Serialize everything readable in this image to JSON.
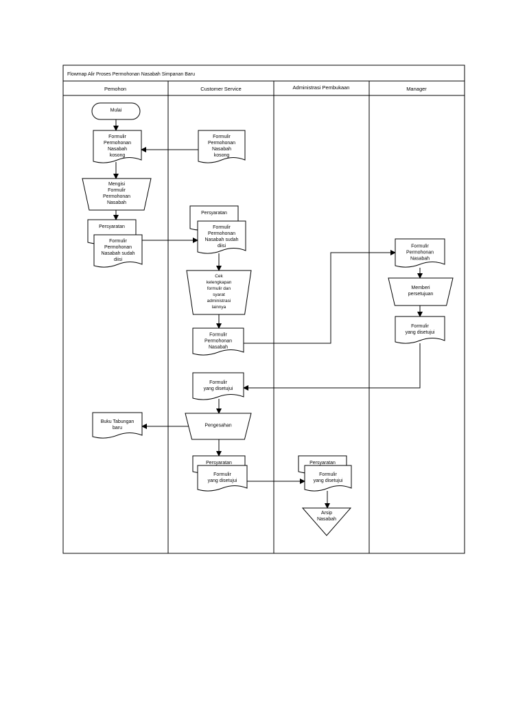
{
  "title": "Flowmap Alir Proses Permohonan Nasabah Simpanan Baru",
  "lanes": [
    {
      "id": "pemohon",
      "label": "Pemohon"
    },
    {
      "id": "cs",
      "label": "Customer Service"
    },
    {
      "id": "admin",
      "label": "Administrasi Pembukaan"
    },
    {
      "id": "manager",
      "label": "Manager"
    }
  ],
  "nodes": [
    {
      "id": "mulai",
      "shape": "terminator",
      "lines": [
        "Mulai"
      ]
    },
    {
      "id": "p_form_kosong",
      "shape": "document",
      "lines": [
        "Formulir",
        "Permohonan",
        "Nasabah",
        "kosong"
      ]
    },
    {
      "id": "cs_form_kosong",
      "shape": "document",
      "lines": [
        "Formulir",
        "Permohonan",
        "Nasabah",
        "kosong"
      ]
    },
    {
      "id": "mengisi",
      "shape": "manual",
      "lines": [
        "Mengisi",
        "Formulir",
        "Permohonan",
        "Nasabah"
      ]
    },
    {
      "id": "p_persyaratan",
      "shape": "document",
      "lines": [
        "Persyaratan"
      ]
    },
    {
      "id": "p_form_diisi",
      "shape": "document",
      "lines": [
        "Formulir",
        "Permohonan",
        "Nasabah sudah",
        "diisi"
      ]
    },
    {
      "id": "cs_persyaratan",
      "shape": "document",
      "lines": [
        "Persyaratan"
      ]
    },
    {
      "id": "cs_form_diisi",
      "shape": "document",
      "lines": [
        "Formulir",
        "Permohonan",
        "Nasabah sudah",
        "diisi"
      ]
    },
    {
      "id": "cek",
      "shape": "manual",
      "lines": [
        "Cek",
        "kelengkapan",
        "formulir dan",
        "syarat",
        "administrasi",
        "lainnya"
      ]
    },
    {
      "id": "cs_form_nasabah",
      "shape": "document",
      "lines": [
        "Formulir",
        "Permohonan",
        "Nasabah"
      ]
    },
    {
      "id": "m_form_nasabah",
      "shape": "document",
      "lines": [
        "Formulir",
        "Permohonan",
        "Nasabah"
      ]
    },
    {
      "id": "memberi",
      "shape": "manual",
      "lines": [
        "Memberi",
        "persetujuan"
      ]
    },
    {
      "id": "m_form_setuju",
      "shape": "document",
      "lines": [
        "Formulir",
        "yang disetujui"
      ]
    },
    {
      "id": "cs_form_setuju",
      "shape": "document",
      "lines": [
        "Formulir",
        "yang disetujui"
      ]
    },
    {
      "id": "buku",
      "shape": "document",
      "lines": [
        "Buku Tabungan",
        "baru"
      ]
    },
    {
      "id": "pengesahan",
      "shape": "manual",
      "lines": [
        "Pengesahan"
      ]
    },
    {
      "id": "cs_persyaratan2",
      "shape": "document",
      "lines": [
        "Persyaratan"
      ]
    },
    {
      "id": "cs_form_setuju2",
      "shape": "document",
      "lines": [
        "Formulir",
        "yang disetujui"
      ]
    },
    {
      "id": "a_persyaratan",
      "shape": "document",
      "lines": [
        "Persyaratan"
      ]
    },
    {
      "id": "a_form_setuju",
      "shape": "document",
      "lines": [
        "Formulir",
        "yang disetujui"
      ]
    },
    {
      "id": "arsip",
      "shape": "merge",
      "lines": [
        "Arsip",
        "Nasabah"
      ]
    }
  ]
}
